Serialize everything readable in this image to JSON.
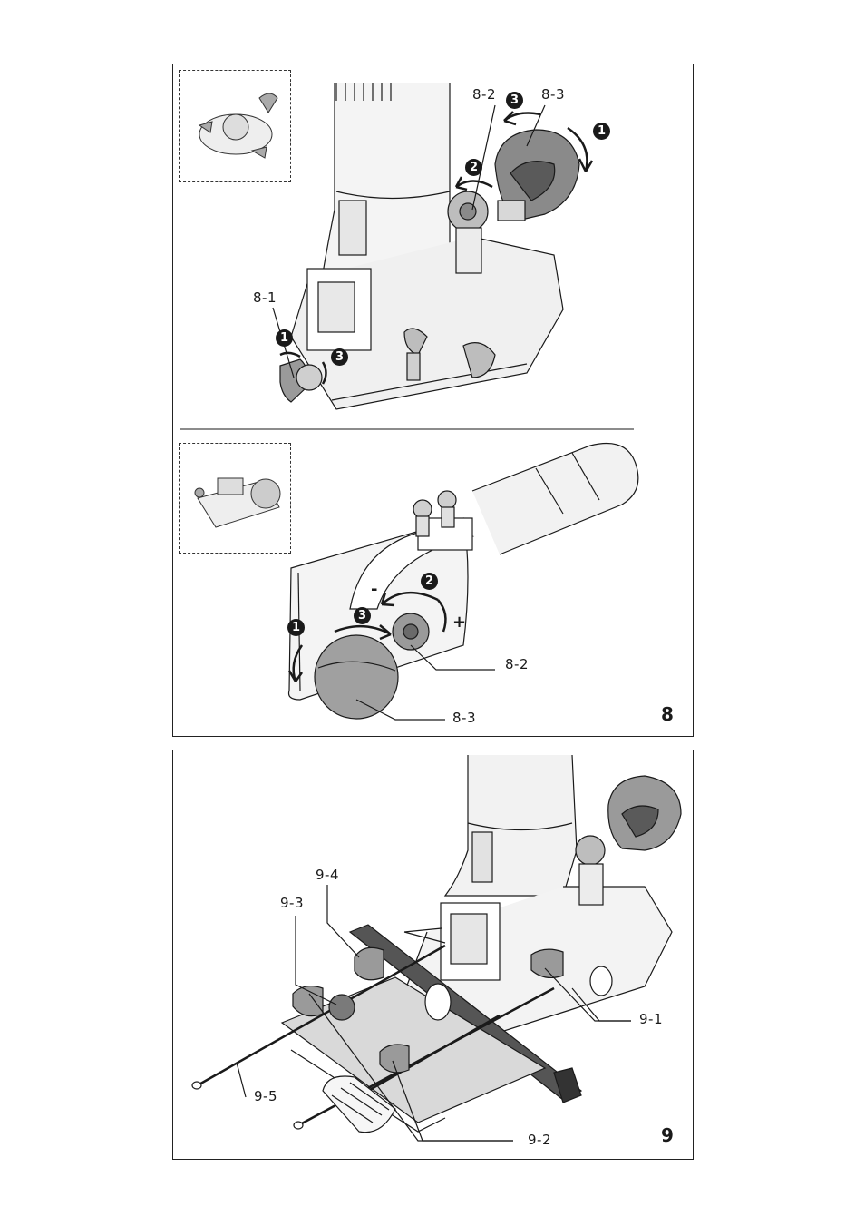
{
  "figure8": {
    "number": "8",
    "labels": {
      "a": "8-2",
      "b": "8-3",
      "c": "8-1",
      "d": "8-2",
      "e": "8-3"
    },
    "steps": {
      "s1": "1",
      "s2": "2",
      "s3": "3",
      "s4": "1",
      "s5": "3",
      "s6": "1",
      "s7": "2",
      "s8": "3"
    },
    "signs": {
      "minus": "-",
      "plus": "+"
    }
  },
  "figure9": {
    "number": "9",
    "labels": {
      "a": "9-4",
      "b": "9-3",
      "c": "9-1",
      "d": "9-5",
      "e": "9-2"
    }
  },
  "colors": {
    "line": "#1a1a1a",
    "gray": "#9a9a9a",
    "light": "#d9d9d9",
    "dark": "#555555"
  }
}
